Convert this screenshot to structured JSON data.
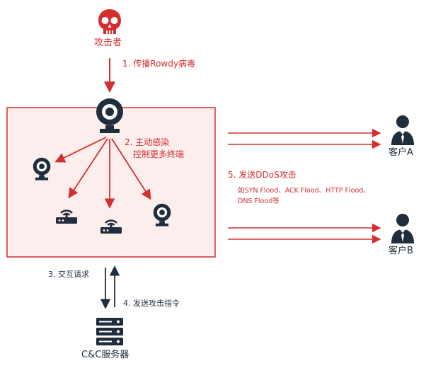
{
  "attacker": {
    "label": "攻击者",
    "icon": "skull-icon"
  },
  "steps": {
    "step1": "1. 传播Rowdy病毒",
    "step2_line1": "2. 主动感染",
    "step2_line2": "控制更多终端",
    "step3": "3. 交互请求",
    "step4": "4. 发送攻击指令",
    "step5": "5. 发送DDoS攻击",
    "step5_detail_line1": "如SYN Flood、ACK Flood、HTTP Flood、",
    "step5_detail_line2": "DNS Flood等"
  },
  "customers": {
    "a": {
      "label": "客户A",
      "icon": "user-icon"
    },
    "b": {
      "label": "客户B",
      "icon": "user-icon"
    }
  },
  "cc_server": {
    "label": "C&C服务器",
    "icon": "server-icon"
  },
  "colors": {
    "accent_red": "#d32f2f",
    "box_fill": "#fdeeee",
    "dark_icon": "#1f2d3d"
  }
}
